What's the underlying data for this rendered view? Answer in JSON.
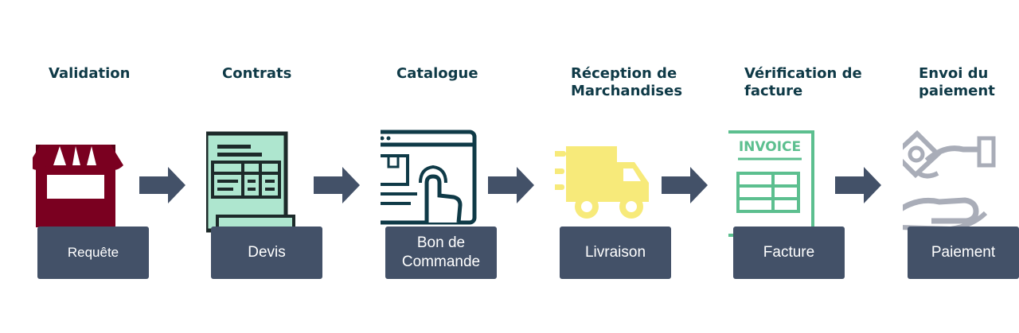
{
  "steps": [
    {
      "title": "Validation",
      "label": "Requête",
      "icon": "storefront-icon",
      "color": "#7a0020"
    },
    {
      "title": "Contrats",
      "label": "Devis",
      "icon": "contract-document-icon",
      "color": "#aee6cf"
    },
    {
      "title": "Catalogue",
      "label": "Bon de Commande",
      "icon": "web-catalog-icon",
      "color": "#0f3a47"
    },
    {
      "title": "Réception de Marchandises",
      "label": "Livraison",
      "icon": "delivery-truck-icon",
      "color": "#f7ea7a"
    },
    {
      "title": "Vérification de facture",
      "label": "Facture",
      "icon": "invoice-icon",
      "color": "#5cbf8f",
      "icon_text": "INVOICE"
    },
    {
      "title": "Envoi du paiement",
      "label": "Paiement",
      "icon": "payment-hands-icon",
      "color": "#a9adb8"
    }
  ],
  "colors": {
    "box": "#435168",
    "arrow": "#435168",
    "title": "#0f3a47"
  }
}
